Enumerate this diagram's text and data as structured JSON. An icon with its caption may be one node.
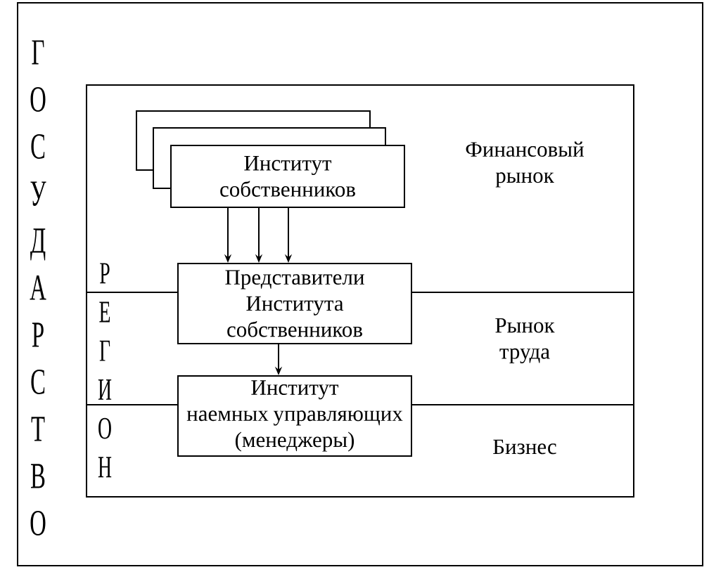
{
  "diagram": {
    "nodes": [
      {
        "text": [
          "ГОСУДАРСТВО"
        ]
      },
      {
        "text": [
          "РЕГИОН"
        ],
        "in": 0
      },
      {
        "text": [
          "Институт собственников"
        ],
        "in": 1
      },
      {
        "text": [
          "Представители Института собственников"
        ],
        "in": 1
      },
      {
        "text": [
          "Институт наемных управляющих (менеджеры)"
        ],
        "in": 1
      }
    ],
    "edges": [
      {
        "from": 2,
        "to": 3,
        "arrow": "to"
      },
      {
        "from": 2,
        "to": 3,
        "arrow": "to"
      },
      {
        "from": 2,
        "to": 3,
        "arrow": "to"
      },
      {
        "from": 3,
        "to": 4,
        "arrow": "to"
      }
    ],
    "labels": [
      "Финансовый рынок",
      "Рынок труда",
      "Бизнес"
    ]
  }
}
